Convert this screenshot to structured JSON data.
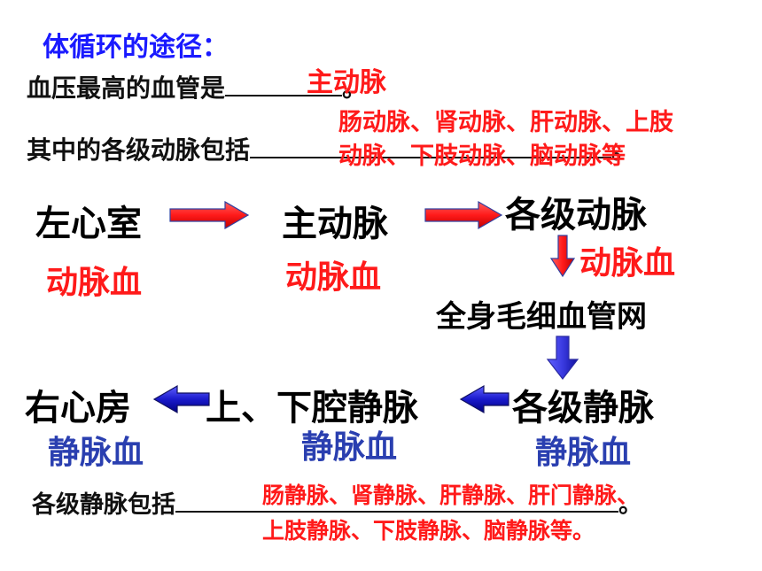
{
  "title": "体循环的途径：",
  "q1": {
    "prefix": "血压最高的血管是",
    "answer": "主动脉",
    "suffix": "。"
  },
  "q2": {
    "prefix": "其中的各级动脉包括",
    "answer_line1": "肠动脉、肾动脉、肝动脉、上肢",
    "answer_line2": "动脉、下肢动脉、脑动脉等",
    "suffix": "。"
  },
  "flow": {
    "left_ventricle": "左心室",
    "aorta": "主动脉",
    "arteries": "各级动脉",
    "capillaries": "全身毛细血管网",
    "right_atrium": "右心房",
    "vena_cava": "上、下腔静脉",
    "veins": "各级静脉"
  },
  "blood": {
    "arterial_1": "动脉血",
    "arterial_2": "动脉血",
    "arterial_3": "动脉血",
    "venous_1": "静脉血",
    "venous_2": "静脉血",
    "venous_3": "静脉血"
  },
  "q3": {
    "prefix": "各级静脉包括",
    "answer_line1": "肠静脉、肾静脉、肝静脉、肝门静脉、",
    "answer_line2": "上肢静脉、下肢静脉、脑静脉等。",
    "suffix": "。"
  },
  "colors": {
    "title": "#1a1aff",
    "answer_red": "#ff1a1a",
    "venous_blue": "#2a3fb0",
    "arrow_red": "#ff2020",
    "arrow_blue": "#1a1acc"
  }
}
